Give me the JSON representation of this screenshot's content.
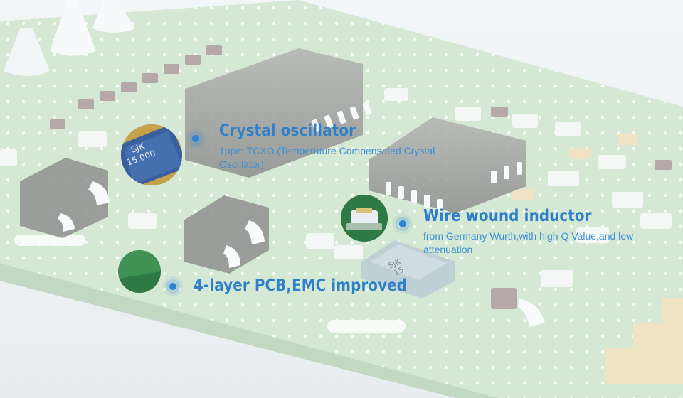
{
  "callouts": [
    {
      "title": "Crystal oscillator",
      "description": "1ppm TCXO (Temperature Compensated Crystal Oscillator)",
      "zoom_marking": [
        "SJK",
        "15.000"
      ]
    },
    {
      "title": "Wire wound inductor",
      "description": "from Germany Wurth,with high Q Value,and low attenuation"
    },
    {
      "title": "4-layer PCB,EMC improved"
    }
  ],
  "board_marking": [
    "SJK",
    "15"
  ],
  "colors": {
    "accent": "#2f80c8",
    "dot": "#2b83d2",
    "pcb": "#d5e8d5",
    "chip": "#9c9c9c"
  }
}
